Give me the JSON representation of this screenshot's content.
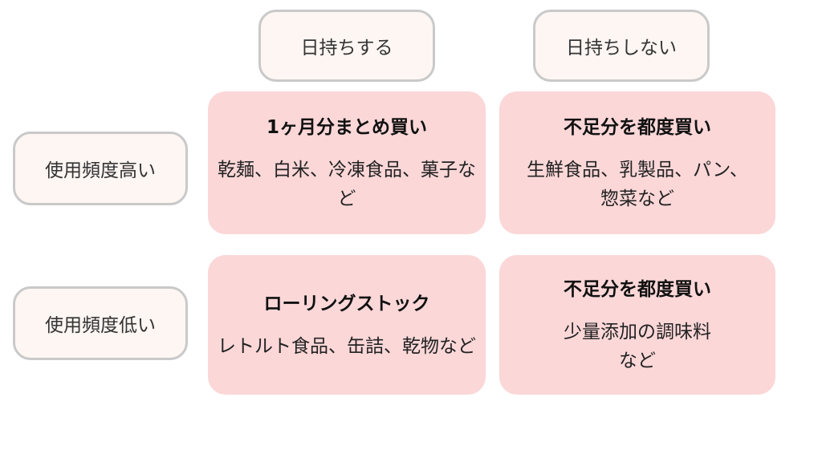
{
  "columns": [
    "日持ちする",
    "日持ちしない"
  ],
  "rows": [
    "使用頻度高い",
    "使用頻度低い"
  ],
  "cells": [
    [
      {
        "title": "1ヶ月分まとめ買い",
        "body": "乾麺、白米、冷凍食品、菓子など"
      },
      {
        "title": "不足分を都度買い",
        "body": "生鮮食品、乳製品、パン、惣菜など"
      }
    ],
    [
      {
        "title": "ローリングストック",
        "body": "レトルト食品、缶詰、乾物など"
      },
      {
        "title": "不足分を都度買い",
        "body": "少量添加の調味料など"
      }
    ]
  ]
}
